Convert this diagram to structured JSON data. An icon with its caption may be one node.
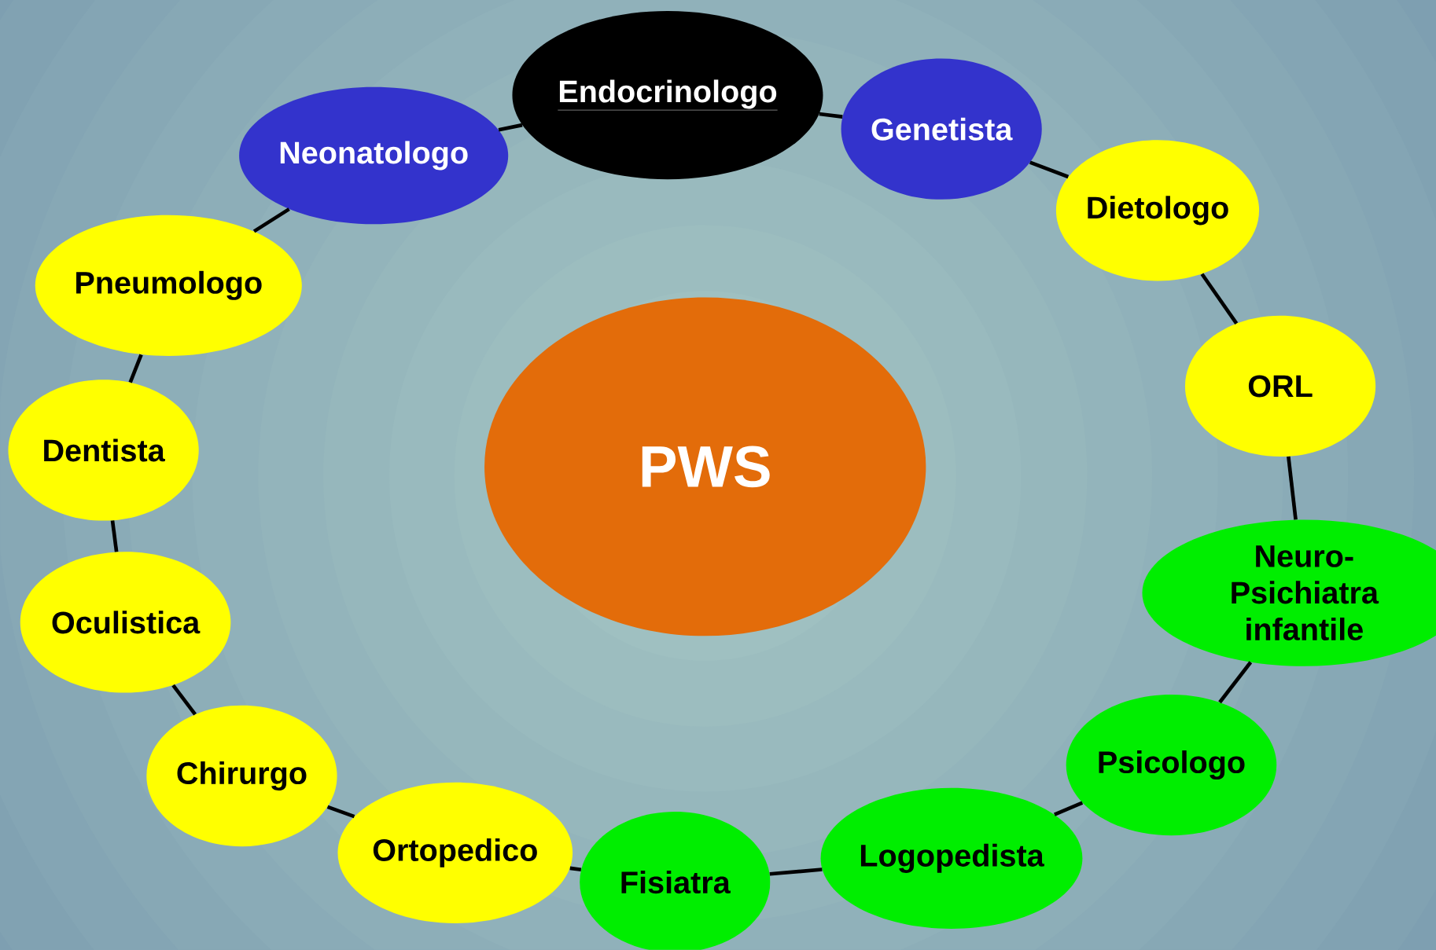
{
  "diagram": {
    "nodes": [
      {
        "text": [
          "PWS"
        ]
      },
      {
        "text": [
          "Endocrinologo"
        ]
      },
      {
        "text": [
          "Genetista"
        ]
      },
      {
        "text": [
          "Dietologo"
        ]
      },
      {
        "text": [
          "ORL"
        ]
      },
      {
        "text": [
          "Neuro-Psichiatra infantile"
        ]
      },
      {
        "text": [
          "Psicologo"
        ]
      },
      {
        "text": [
          "Logopedista"
        ]
      },
      {
        "text": [
          "Fisiatra"
        ]
      },
      {
        "text": [
          "Ortopedico"
        ]
      },
      {
        "text": [
          "Chirurgo"
        ]
      },
      {
        "text": [
          "Oculistica"
        ]
      },
      {
        "text": [
          "Dentista"
        ]
      },
      {
        "text": [
          "Pneumologo"
        ]
      },
      {
        "text": [
          "Neonatologo"
        ]
      }
    ],
    "edges": [
      {
        "from": 1,
        "to": 2,
        "arrow": "none"
      },
      {
        "from": 2,
        "to": 3,
        "arrow": "none"
      },
      {
        "from": 3,
        "to": 4,
        "arrow": "none"
      },
      {
        "from": 4,
        "to": 5,
        "arrow": "none"
      },
      {
        "from": 5,
        "to": 6,
        "arrow": "none"
      },
      {
        "from": 6,
        "to": 7,
        "arrow": "none"
      },
      {
        "from": 7,
        "to": 8,
        "arrow": "none"
      },
      {
        "from": 8,
        "to": 9,
        "arrow": "none"
      },
      {
        "from": 9,
        "to": 10,
        "arrow": "none"
      },
      {
        "from": 10,
        "to": 11,
        "arrow": "none"
      },
      {
        "from": 11,
        "to": 12,
        "arrow": "none"
      },
      {
        "from": 12,
        "to": 13,
        "arrow": "none"
      },
      {
        "from": 13,
        "to": 14,
        "arrow": "none"
      },
      {
        "from": 14,
        "to": 1,
        "arrow": "none"
      }
    ]
  }
}
